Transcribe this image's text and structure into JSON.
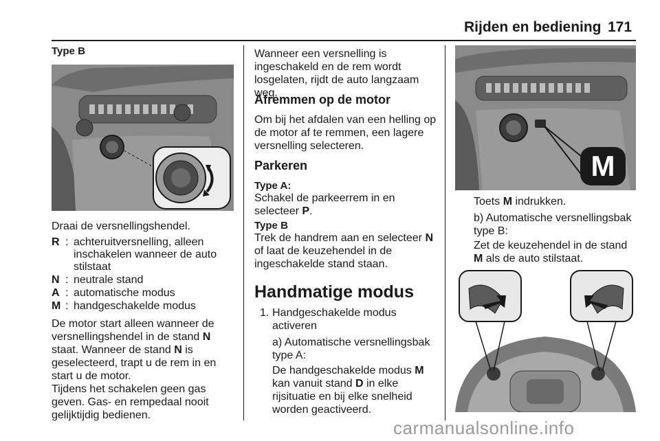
{
  "header": {
    "section_title": "Rijden en bediening",
    "page_number": "171"
  },
  "col1": {
    "type_b_heading": "Type B",
    "intro": "Draai de versnellingshendel.",
    "legend": [
      {
        "key": "R",
        "desc": "achteruitversnelling, alleen inschakelen wanneer de auto stilstaat"
      },
      {
        "key": "N",
        "desc": "neutrale stand"
      },
      {
        "key": "A",
        "desc": "automatische modus"
      },
      {
        "key": "M",
        "desc": "handgeschakelde modus"
      }
    ],
    "para1_a": "De motor start alleen wanneer de versnellingshendel in de stand ",
    "para1_b": "N",
    "para1_c": " staat. Wanneer de stand ",
    "para1_d": "N",
    "para1_e": " is geselecteerd, trapt u de rem in en start u de motor.",
    "para2": "Tijdens het schakelen geen gas geven. Gas- en rempedaal nooit gelijktijdig bedienen."
  },
  "col2": {
    "para1": "Wanneer een versnelling is ingeschakeld en de rem wordt losgelaten, rijdt de auto langzaam weg.",
    "h_afremmen": "Afremmen op de motor",
    "para_afremmen": "Om bij het afdalen van een helling op de motor af te remmen, een lagere versnelling selecteren.",
    "h_parkeren": "Parkeren",
    "type_a_heading": "Type A:",
    "type_a_text_a": "Schakel de parkeerrem in en selecteer ",
    "type_a_text_b": "P",
    "type_a_text_c": ".",
    "type_b_heading": "Type B",
    "type_b_text_a": "Trek de handrem aan en selecteer ",
    "type_b_text_b": "N",
    "type_b_text_c": " of laat de keuzehendel in de ingeschakelde stand staan.",
    "h_manual": "Handmatige modus",
    "item1_num": "1.",
    "item1_text": "Handgeschakelde modus activeren",
    "item1_sub_a": "a) Automatische versnellingsbak type A:",
    "item1_sub_b1": "De handgeschakelde modus ",
    "item1_sub_b2": "M",
    "item1_sub_b3": " kan vanuit stand ",
    "item1_sub_b4": "D",
    "item1_sub_b5": " in elke rijsituatie en bij elke snelheid worden geactiveerd."
  },
  "col3": {
    "fig_callout": "M",
    "line1_a": "Toets ",
    "line1_b": "M",
    "line1_c": " indrukken.",
    "line2": "b) Automatische versnellingsbak type B:",
    "line3_a": "Zet de keuzehendel in de stand ",
    "line3_b": "M",
    "line3_c": " als de auto stilstaat."
  },
  "watermark": "carmanualsonline.info"
}
